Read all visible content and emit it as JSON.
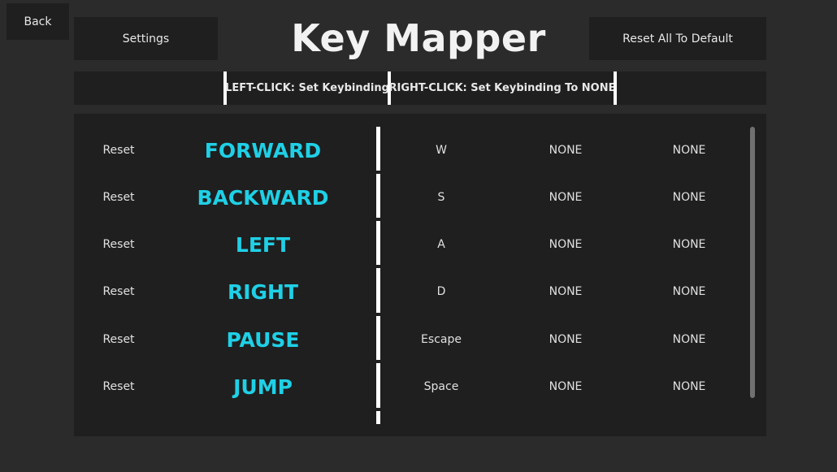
{
  "header": {
    "back_label": "Back",
    "settings_label": "Settings",
    "title": "Key Mapper",
    "reset_all_label": "Reset All To Default"
  },
  "hints": {
    "left_click": "LEFT-CLICK: Set Keybinding",
    "right_click": "RIGHT-CLICK: Set Keybinding To NONE"
  },
  "bindings": [
    {
      "reset": "Reset",
      "action": "FORWARD",
      "key1": "W",
      "key2": "NONE",
      "key3": "NONE"
    },
    {
      "reset": "Reset",
      "action": "BACKWARD",
      "key1": "S",
      "key2": "NONE",
      "key3": "NONE"
    },
    {
      "reset": "Reset",
      "action": "LEFT",
      "key1": "A",
      "key2": "NONE",
      "key3": "NONE"
    },
    {
      "reset": "Reset",
      "action": "RIGHT",
      "key1": "D",
      "key2": "NONE",
      "key3": "NONE"
    },
    {
      "reset": "Reset",
      "action": "PAUSE",
      "key1": "Escape",
      "key2": "NONE",
      "key3": "NONE"
    },
    {
      "reset": "Reset",
      "action": "JUMP",
      "key1": "Space",
      "key2": "NONE",
      "key3": "NONE"
    }
  ],
  "colors": {
    "background": "#2b2b2b",
    "panel": "#1f1f1f",
    "action_text": "#1fd0e6",
    "divider": "#ffffff"
  }
}
